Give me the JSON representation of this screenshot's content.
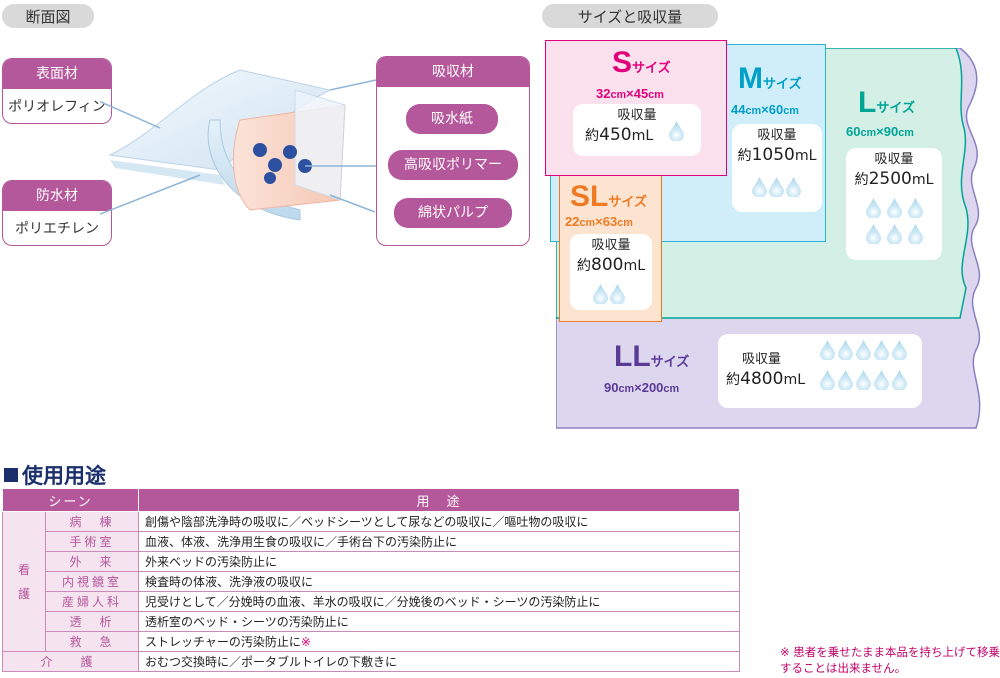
{
  "cross_section": {
    "title": "断面図",
    "surface": {
      "head": "表面材",
      "body": "ポリオレフィン"
    },
    "waterproof": {
      "head": "防水材",
      "body": "ポリエチレン"
    },
    "absorbent": {
      "head": "吸収材",
      "items": [
        "吸水紙",
        "高吸収ポリマー",
        "綿状パルプ"
      ]
    }
  },
  "sizes": {
    "title": "サイズと吸収量",
    "cap_label": "吸収量",
    "approx": "約",
    "items": [
      {
        "letter": "S",
        "suffix": "サイズ",
        "w": "32",
        "h": "45",
        "amount": "450",
        "drops": 1
      },
      {
        "letter": "M",
        "suffix": "サイズ",
        "w": "44",
        "h": "60",
        "amount": "1050",
        "drops": 3
      },
      {
        "letter": "L",
        "suffix": "サイズ",
        "w": "60",
        "h": "90",
        "amount": "2500",
        "drops": 6
      },
      {
        "letter": "SL",
        "suffix": "サイズ",
        "w": "22",
        "h": "63",
        "amount": "800",
        "drops": 2
      },
      {
        "letter": "LL",
        "suffix": "サイズ",
        "w": "90",
        "h": "200",
        "amount": "4800",
        "drops": 10
      }
    ],
    "unit_cm": "cm",
    "times": "×",
    "unit_ml": "mL",
    "colors": {
      "S": "#e2007a",
      "M": "#00a0c8",
      "L": "#00a596",
      "SL": "#ee7a23",
      "LL": "#5a3a96"
    }
  },
  "usage": {
    "title": "使用用途",
    "headers": [
      "シーン",
      "用　途"
    ],
    "group_label": "看\n護",
    "rows": [
      {
        "scene": "病　棟",
        "use": "創傷や陰部洗浄時の吸収に／ベッドシーツとして尿などの吸収に／嘔吐物の吸収に"
      },
      {
        "scene": "手術室",
        "use": "血液、体液、洗浄用生食の吸収に／手術台下の汚染防止に"
      },
      {
        "scene": "外　来",
        "use": "外来ベッドの汚染防止に"
      },
      {
        "scene": "内視鏡室",
        "use": "検査時の体液、洗浄液の吸収に"
      },
      {
        "scene": "産婦人科",
        "use": "児受けとして／分娩時の血液、羊水の吸収に／分娩後のベッド・シーツの汚染防止に"
      },
      {
        "scene": "透　析",
        "use": "透析室のベッド・シーツの汚染防止に"
      },
      {
        "scene": "救　急",
        "use": "ストレッチャーの汚染防止に",
        "mark": "※"
      }
    ],
    "care": {
      "scene": "介　護",
      "use": "おむつ交換時に／ポータブルトイレの下敷きに"
    }
  },
  "note": {
    "mark": "※",
    "text": "患者を乗せたまま本品を持ち上げて移乗することは出来ません。"
  }
}
